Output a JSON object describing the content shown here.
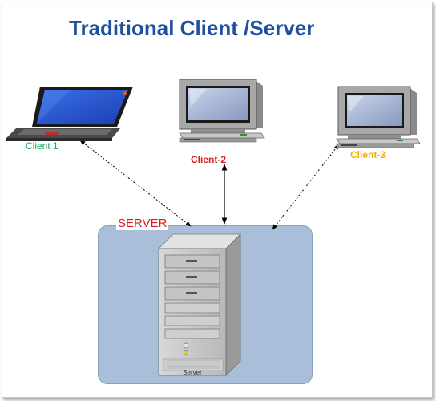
{
  "title": "Traditional Client /Server",
  "clients": [
    {
      "label": "Client 1",
      "device": "laptop-icon",
      "color": "#13a85a"
    },
    {
      "label": "Client-2",
      "device": "desktop-computer-icon",
      "color": "#d42020"
    },
    {
      "label": "Client-3",
      "device": "desktop-computer-icon",
      "color": "#f0b400"
    }
  ],
  "server": {
    "label": "SERVER",
    "device": "server-tower-icon",
    "case_text": "Server",
    "label_color": "#e01a1a",
    "box_color": "#a9bfd9"
  },
  "colors": {
    "title": "#1f4fa0",
    "connector": "#000000"
  }
}
